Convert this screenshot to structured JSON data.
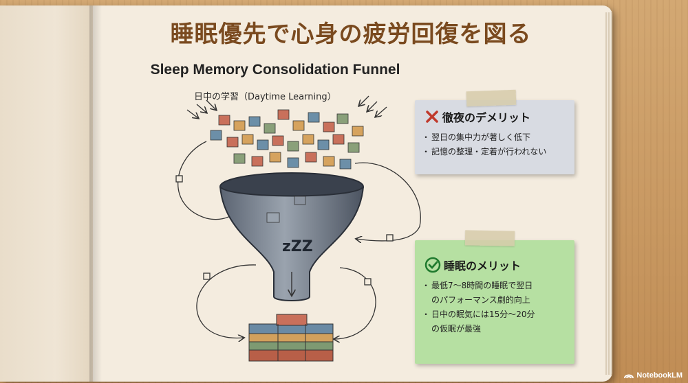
{
  "header": {
    "title": "睡眠優先で心身の疲労回復を図る"
  },
  "illustration": {
    "subtitle": "Sleep Memory Consolidation Funnel",
    "input_label": "日中の学習（Daytime Learning）",
    "sleep_glyph": "zZZ"
  },
  "notes": {
    "demerit": {
      "icon": "cross-icon",
      "color": "#d8dbe2",
      "title": "徹夜のデメリット",
      "items": [
        "翌日の集中力が著しく低下",
        "記憶の整理・定着が行われない"
      ]
    },
    "merit": {
      "icon": "check-icon",
      "color": "#b6e0a2",
      "title": "睡眠のメリット",
      "items": [
        {
          "line1": "最低7〜8時間の睡眠で翌日",
          "line2": "のパフォーマンス劇的向上"
        },
        {
          "line1": "日中の眠気には15分〜20分",
          "line2": "の仮眠が最強"
        }
      ]
    }
  },
  "brand": {
    "label": "NotebookLM"
  }
}
